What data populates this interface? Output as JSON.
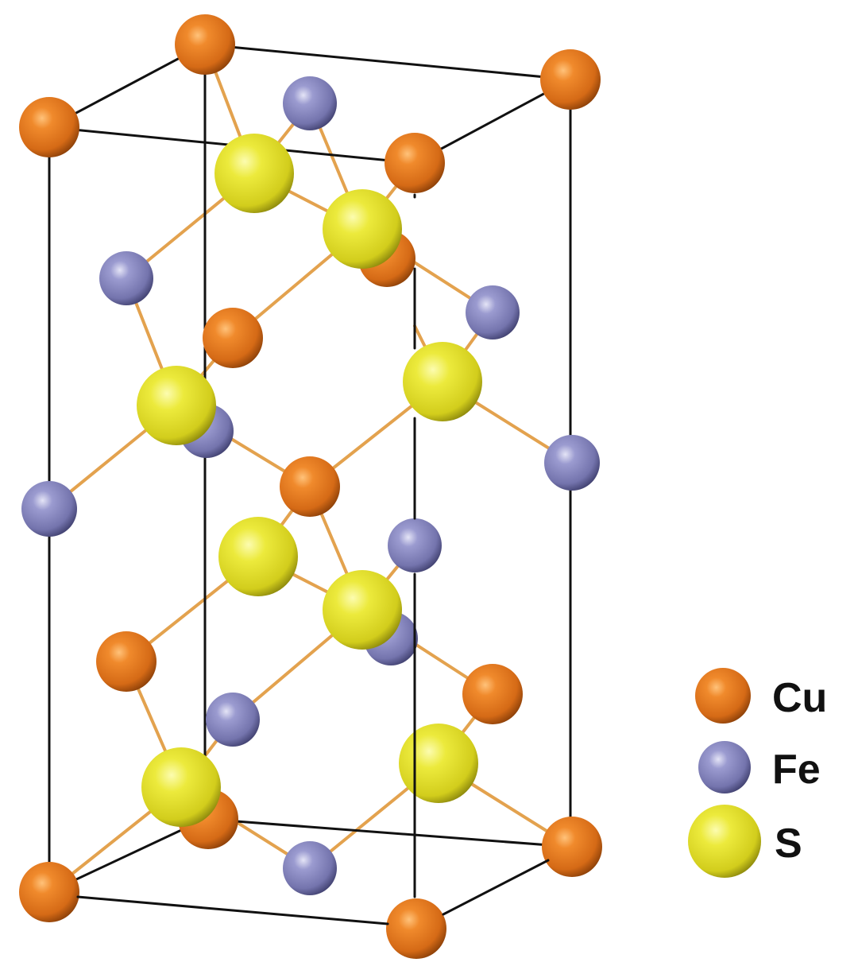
{
  "legend": [
    {
      "symbol": "Cu",
      "color": "#e07a22"
    },
    {
      "symbol": "Fe",
      "color": "#7f7fb8"
    },
    {
      "symbol": "S",
      "color": "#e3e02c"
    }
  ],
  "colors": {
    "cell_edge": "#111111",
    "bond": "#e3a24e",
    "background": "#ffffff"
  }
}
